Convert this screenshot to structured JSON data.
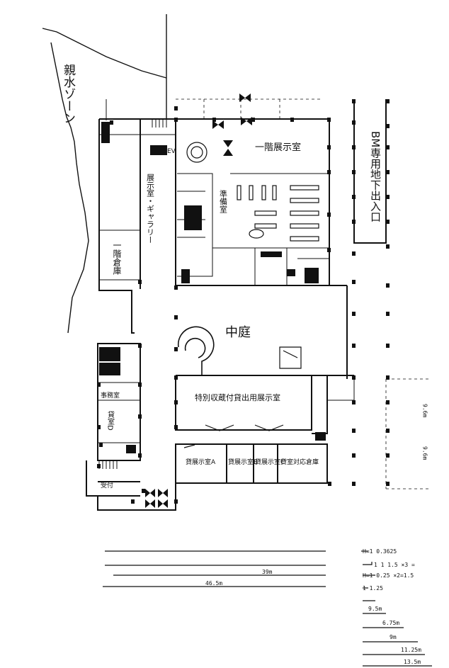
{
  "diagram": {
    "labels": {
      "water_zone": "親水ゾーン",
      "bm_entrance": "BM専用地下出入口",
      "room_1f": "一階展示室",
      "courtyard": "中庭",
      "exhibition_room_e": "特別収蔵付貸出用展示室",
      "storage_a": "貸展示室A",
      "storage_b": "貸展示室B",
      "storage_c": "貸展示室C",
      "storage_dep": "貸室対応倉庫",
      "storage_d": "貸室D",
      "ev": "EV",
      "gallery_corridor": "展示室・ギャラリー",
      "grade_storage": "一階倉庫",
      "prep_room": "準備室",
      "reception": "受付",
      "office_room": "事務室",
      "scale_1": "1:1.5",
      "dim_39m": "39m",
      "dim_46m": "46.5m"
    },
    "scale_notes": [
      "H=1 0.3625",
      "1 1  1.5 ×3 =",
      "H=1 0.25 ×2=1.5",
      "1 1.25"
    ],
    "dim_marks": [
      "9.5m",
      "6.75m",
      "9m",
      "11.25m",
      "13.5m"
    ],
    "side_dims": [
      "9.6m",
      "9.6m"
    ]
  }
}
